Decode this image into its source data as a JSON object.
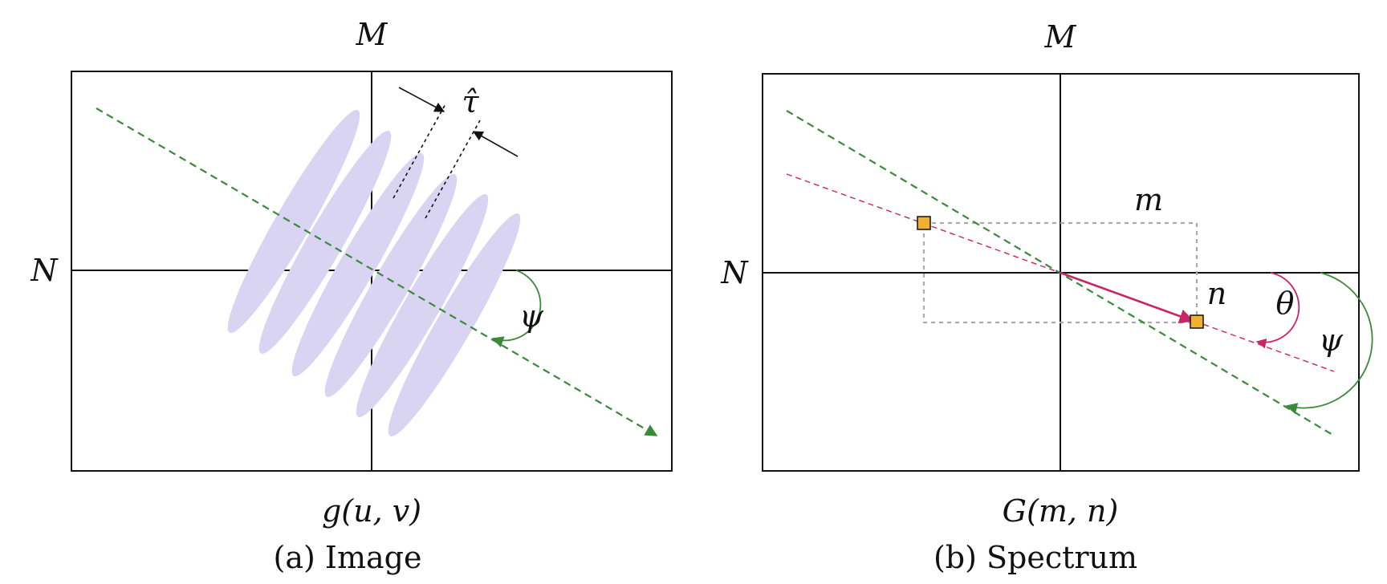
{
  "colors": {
    "green": "#3a8a3a",
    "magenta": "#cc2266",
    "lavender": "#d9d4f2",
    "orange": "#f0b030",
    "gray": "#aaaaaa",
    "black": "#111111"
  },
  "panel_a": {
    "top_label": "M",
    "left_label": "N",
    "func_label": "g(u, v)",
    "caption": "(a) Image",
    "tau_label": "τ̂",
    "psi_label": "ψ"
  },
  "panel_b": {
    "top_label": "M",
    "left_label": "N",
    "m_label": "m",
    "n_label": "n",
    "theta_label": "θ",
    "psi_label": "ψ",
    "func_label": "G(m, n)",
    "caption": "(b) Spectrum"
  }
}
